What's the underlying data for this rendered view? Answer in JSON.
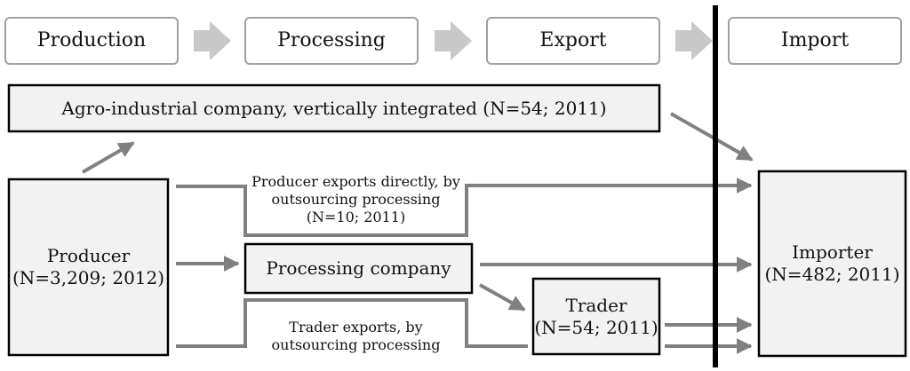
{
  "stages": [
    "Production",
    "Processing",
    "Export",
    "Import"
  ],
  "agro_company": "Agro-industrial company, vertically integrated (N=54; 2011)",
  "producer": {
    "name": "Producer",
    "detail": "(N=3,209; 2012)"
  },
  "direct_export": [
    "Producer exports directly, by",
    "outsourcing processing",
    "(N=10; 2011)"
  ],
  "processing_company": "Processing company",
  "trader_export": [
    "Trader exports, by",
    "outsourcing processing"
  ],
  "trader": {
    "name": "Trader",
    "detail": "(N=54; 2011)"
  },
  "importer": {
    "name": "Importer",
    "detail": "(N=482; 2011)"
  },
  "colors": {
    "box_fill": "#f2f2f2",
    "stage_arrow": "#c8c8c8",
    "flow": "#808080",
    "border_line": "#000000"
  }
}
